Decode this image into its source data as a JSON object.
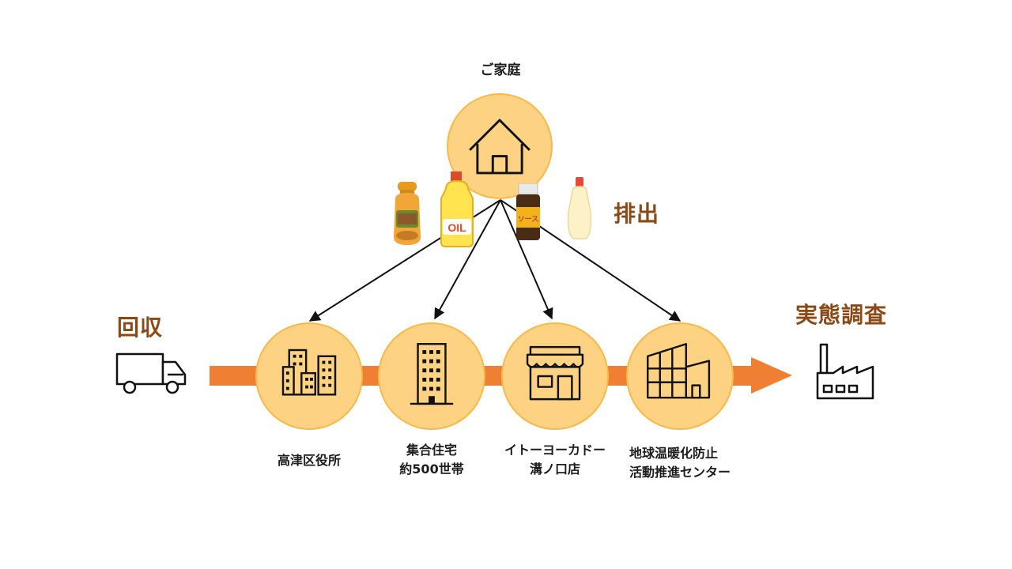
{
  "colors": {
    "arrow": "#ef7f32",
    "circle_fill": "#fdd383",
    "circle_border": "#f6b94a",
    "heading": "#8a4a17",
    "line": "#111111"
  },
  "home": {
    "label": "ご家庭",
    "icon": "house-icon"
  },
  "headings": {
    "discharge": "排出",
    "collection": "回収",
    "survey": "実態調査"
  },
  "products": [
    {
      "name": "seasoning-bottle-icon"
    },
    {
      "name": "oil-bottle-icon",
      "text": "OIL"
    },
    {
      "name": "sauce-bottle-icon",
      "text": "ソース"
    },
    {
      "name": "mayonnaise-bottle-icon"
    }
  ],
  "sites": [
    {
      "icon": "office-buildings-icon",
      "lines": [
        "高津区役所"
      ]
    },
    {
      "icon": "apartment-building-icon",
      "lines": [
        "集合住宅",
        "約500世帯"
      ]
    },
    {
      "icon": "store-icon",
      "lines": [
        "イトーヨーカドー",
        "溝ノ口店"
      ]
    },
    {
      "icon": "center-building-icon",
      "lines": [
        "地球温暖化防止",
        "活動推進センター"
      ]
    }
  ],
  "flow": {
    "start_icon": "truck-icon",
    "end_icon": "factory-icon"
  }
}
